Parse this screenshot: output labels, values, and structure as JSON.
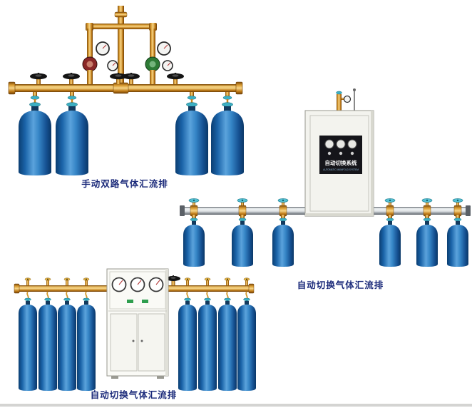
{
  "page": {
    "background": "#ffffff"
  },
  "figures": {
    "manual_dual": {
      "caption": "手动双路气体汇流排",
      "cylinder_count": 4
    },
    "auto_right": {
      "caption": "自动切换气体汇流排",
      "cylinder_count": 6,
      "cabinet": {
        "title": "自动切换系统",
        "subtitle": "AUTOMATIC MANIFOLD SYSTEM"
      }
    },
    "auto_bottom": {
      "caption": "自动切换气体汇流排",
      "cylinder_count": 8
    }
  },
  "colors": {
    "caption_text": "#1b2a7a",
    "cylinder_blue": "#2e7fc0",
    "brass_pipe": "#d2912c",
    "teal_valve": "#3db0c4",
    "aluminum_pipe": "#c9ced3",
    "cabinet_body": "#f3f3ee"
  }
}
